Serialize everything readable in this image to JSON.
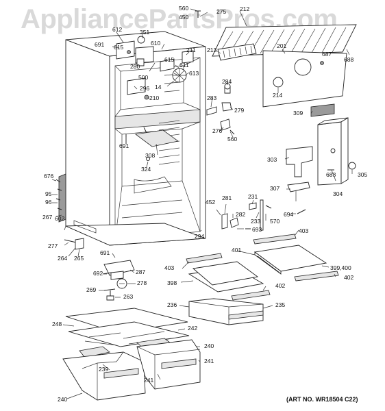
{
  "watermark": "AppliancePartsPros.com",
  "art_number": "(ART NO. WR18504 C22)",
  "callouts": [
    {
      "id": "c560a",
      "text": "560"
    },
    {
      "id": "c450",
      "text": "450"
    },
    {
      "id": "c275",
      "text": "275"
    },
    {
      "id": "c212",
      "text": "212"
    },
    {
      "id": "c612",
      "text": "612"
    },
    {
      "id": "c351",
      "text": "351"
    },
    {
      "id": "c691a",
      "text": "691"
    },
    {
      "id": "c615a",
      "text": "615"
    },
    {
      "id": "c610",
      "text": "610"
    },
    {
      "id": "c213",
      "text": "213"
    },
    {
      "id": "c201",
      "text": "201"
    },
    {
      "id": "c687",
      "text": "687"
    },
    {
      "id": "c688a",
      "text": "688"
    },
    {
      "id": "c211",
      "text": "211"
    },
    {
      "id": "c615b",
      "text": "615"
    },
    {
      "id": "c611",
      "text": "611"
    },
    {
      "id": "c280",
      "text": "280"
    },
    {
      "id": "c500",
      "text": "500"
    },
    {
      "id": "c613",
      "text": "613"
    },
    {
      "id": "c14",
      "text": "14"
    },
    {
      "id": "c296",
      "text": "296"
    },
    {
      "id": "c210",
      "text": "210"
    },
    {
      "id": "c284",
      "text": "284"
    },
    {
      "id": "c214",
      "text": "214"
    },
    {
      "id": "c283",
      "text": "283"
    },
    {
      "id": "c279",
      "text": "279"
    },
    {
      "id": "c309",
      "text": "309"
    },
    {
      "id": "c276",
      "text": "276"
    },
    {
      "id": "c560b",
      "text": "560"
    },
    {
      "id": "c691b",
      "text": "691"
    },
    {
      "id": "c308",
      "text": "308"
    },
    {
      "id": "c324",
      "text": "324"
    },
    {
      "id": "c303",
      "text": "303"
    },
    {
      "id": "c688b",
      "text": "688"
    },
    {
      "id": "c305",
      "text": "305"
    },
    {
      "id": "c676",
      "text": "676"
    },
    {
      "id": "c95",
      "text": "95"
    },
    {
      "id": "c96",
      "text": "96"
    },
    {
      "id": "c267",
      "text": "267"
    },
    {
      "id": "c602",
      "text": "602"
    },
    {
      "id": "c281",
      "text": "281"
    },
    {
      "id": "c231",
      "text": "231"
    },
    {
      "id": "c307",
      "text": "307"
    },
    {
      "id": "c304",
      "text": "304"
    },
    {
      "id": "c452",
      "text": "452"
    },
    {
      "id": "c282",
      "text": "282"
    },
    {
      "id": "c233",
      "text": "233"
    },
    {
      "id": "c570",
      "text": "570"
    },
    {
      "id": "c694",
      "text": "694"
    },
    {
      "id": "c693",
      "text": "693"
    },
    {
      "id": "c294",
      "text": "294"
    },
    {
      "id": "c403a",
      "text": "403"
    },
    {
      "id": "c277",
      "text": "277"
    },
    {
      "id": "c264",
      "text": "264"
    },
    {
      "id": "c265",
      "text": "265"
    },
    {
      "id": "c401",
      "text": "401"
    },
    {
      "id": "c691c",
      "text": "691"
    },
    {
      "id": "c403b",
      "text": "403"
    },
    {
      "id": "c399",
      "text": "399,400"
    },
    {
      "id": "c287",
      "text": "287"
    },
    {
      "id": "c692",
      "text": "692"
    },
    {
      "id": "c278",
      "text": "278"
    },
    {
      "id": "c398",
      "text": "398"
    },
    {
      "id": "c402a",
      "text": "402"
    },
    {
      "id": "c402b",
      "text": "402"
    },
    {
      "id": "c269",
      "text": "269"
    },
    {
      "id": "c263",
      "text": "263"
    },
    {
      "id": "c236",
      "text": "236"
    },
    {
      "id": "c235",
      "text": "235"
    },
    {
      "id": "c248",
      "text": "248"
    },
    {
      "id": "c242",
      "text": "242"
    },
    {
      "id": "c240a",
      "text": "240"
    },
    {
      "id": "c241a",
      "text": "241"
    },
    {
      "id": "c239",
      "text": "239"
    },
    {
      "id": "c241b",
      "text": "241"
    },
    {
      "id": "c240b",
      "text": "240"
    }
  ]
}
